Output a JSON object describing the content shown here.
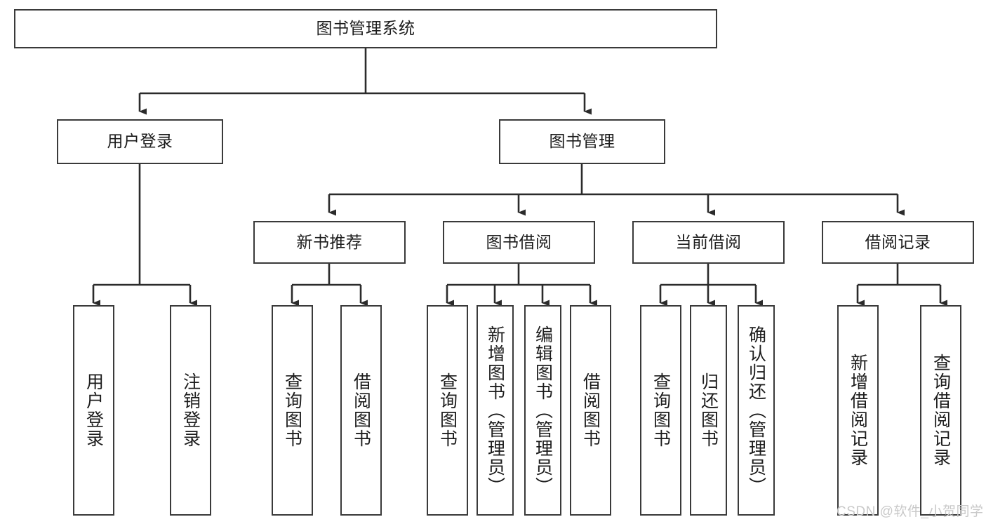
{
  "diagram": {
    "type": "tree-hierarchy",
    "orientation": "top-down",
    "style": {
      "box_border_color": "#3a3a3a",
      "box_fill": "#ffffff",
      "connector_color": "#2b2b2b",
      "text_color": "#1c1c1c",
      "background": "#ffffff"
    },
    "root": {
      "id": "root",
      "label": "图书管理系统",
      "orientation": "horizontal"
    },
    "level2": [
      {
        "id": "user-login",
        "label": "用户登录",
        "orientation": "horizontal"
      },
      {
        "id": "book-management",
        "label": "图书管理",
        "orientation": "horizontal"
      }
    ],
    "level3": [
      {
        "id": "new-book-recommend",
        "label": "新书推荐",
        "orientation": "horizontal"
      },
      {
        "id": "book-borrow",
        "label": "图书借阅",
        "orientation": "horizontal"
      },
      {
        "id": "current-borrow",
        "label": "当前借阅",
        "orientation": "horizontal"
      },
      {
        "id": "borrow-record",
        "label": "借阅记录",
        "orientation": "horizontal"
      }
    ],
    "leaves": [
      {
        "id": "leaf-user-login",
        "label": "用户登录",
        "parent": "user-login",
        "orientation": "vertical"
      },
      {
        "id": "leaf-user-logout",
        "label": "注销登录",
        "parent": "user-login",
        "orientation": "vertical"
      },
      {
        "id": "leaf-query-book-1",
        "label": "查询图书",
        "parent": "new-book-recommend",
        "orientation": "vertical"
      },
      {
        "id": "leaf-borrow-book-1",
        "label": "借阅图书",
        "parent": "new-book-recommend",
        "orientation": "vertical"
      },
      {
        "id": "leaf-query-book-2",
        "label": "查询图书",
        "parent": "book-borrow",
        "orientation": "vertical"
      },
      {
        "id": "leaf-add-book",
        "label": "新增图书（管理员）",
        "parent": "book-borrow",
        "orientation": "vertical"
      },
      {
        "id": "leaf-edit-book",
        "label": "编辑图书（管理员）",
        "parent": "book-borrow",
        "orientation": "vertical"
      },
      {
        "id": "leaf-borrow-book-2",
        "label": "借阅图书",
        "parent": "book-borrow",
        "orientation": "vertical"
      },
      {
        "id": "leaf-query-book-3",
        "label": "查询图书",
        "parent": "current-borrow",
        "orientation": "vertical"
      },
      {
        "id": "leaf-return-book",
        "label": "归还图书",
        "parent": "current-borrow",
        "orientation": "vertical"
      },
      {
        "id": "leaf-confirm-return",
        "label": "确认归还（管理员）",
        "parent": "current-borrow",
        "orientation": "vertical"
      },
      {
        "id": "leaf-add-record",
        "label": "新增借阅记录",
        "parent": "borrow-record",
        "orientation": "vertical"
      },
      {
        "id": "leaf-query-record",
        "label": "查询借阅记录",
        "parent": "borrow-record",
        "orientation": "vertical"
      }
    ]
  },
  "watermark": {
    "text": "CSDN @软件_小贺同学"
  }
}
